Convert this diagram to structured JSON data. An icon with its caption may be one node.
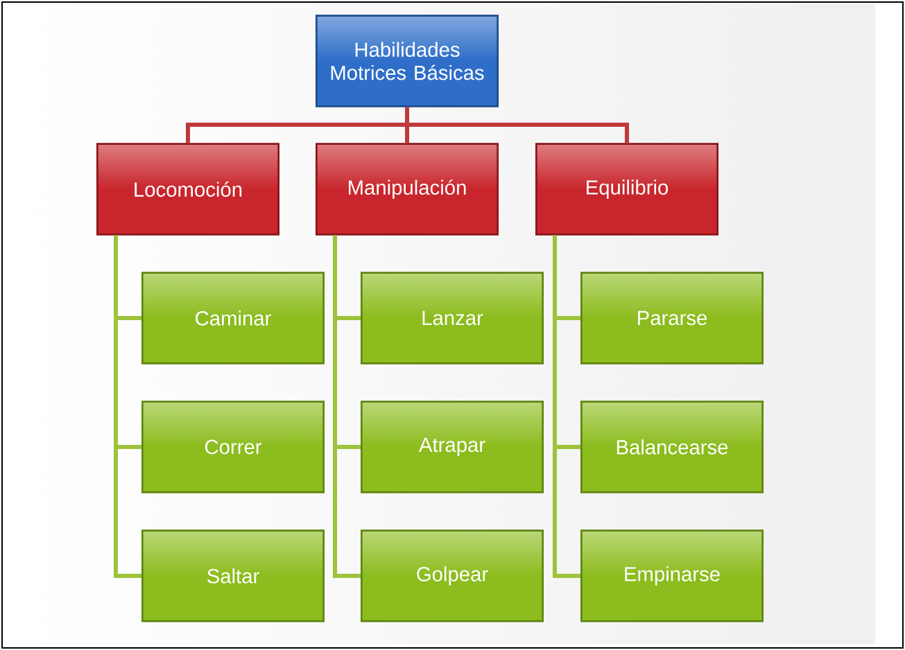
{
  "diagram": {
    "nodes": [
      {
        "text": [
          "Habilidades Motrices Básicas"
        ]
      },
      {
        "text": [
          "Locomoción"
        ]
      },
      {
        "text": [
          "Manipulación"
        ]
      },
      {
        "text": [
          "Equilibrio"
        ]
      },
      {
        "text": [
          "Caminar"
        ]
      },
      {
        "text": [
          "Correr"
        ]
      },
      {
        "text": [
          "Saltar"
        ]
      },
      {
        "text": [
          "Lanzar"
        ]
      },
      {
        "text": [
          "Atrapar"
        ]
      },
      {
        "text": [
          "Golpear"
        ]
      },
      {
        "text": [
          "Pararse"
        ]
      },
      {
        "text": [
          "Balancearse"
        ]
      },
      {
        "text": [
          "Empinarse"
        ]
      }
    ],
    "edges": [
      {
        "from": 0,
        "to": 1,
        "arrow": "none",
        "color": "#c0393b"
      },
      {
        "from": 0,
        "to": 2,
        "arrow": "none",
        "color": "#c0393b"
      },
      {
        "from": 0,
        "to": 3,
        "arrow": "none",
        "color": "#c0393b"
      },
      {
        "from": 1,
        "to": 4,
        "arrow": "none",
        "color": "#9dc33b"
      },
      {
        "from": 1,
        "to": 5,
        "arrow": "none",
        "color": "#9dc33b"
      },
      {
        "from": 1,
        "to": 6,
        "arrow": "none",
        "color": "#9dc33b"
      },
      {
        "from": 2,
        "to": 7,
        "arrow": "none",
        "color": "#9dc33b"
      },
      {
        "from": 2,
        "to": 8,
        "arrow": "none",
        "color": "#9dc33b"
      },
      {
        "from": 2,
        "to": 9,
        "arrow": "none",
        "color": "#9dc33b"
      },
      {
        "from": 3,
        "to": 10,
        "arrow": "none",
        "color": "#9dc33b"
      },
      {
        "from": 3,
        "to": 11,
        "arrow": "none",
        "color": "#9dc33b"
      },
      {
        "from": 3,
        "to": 12,
        "arrow": "none",
        "color": "#9dc33b"
      }
    ]
  }
}
